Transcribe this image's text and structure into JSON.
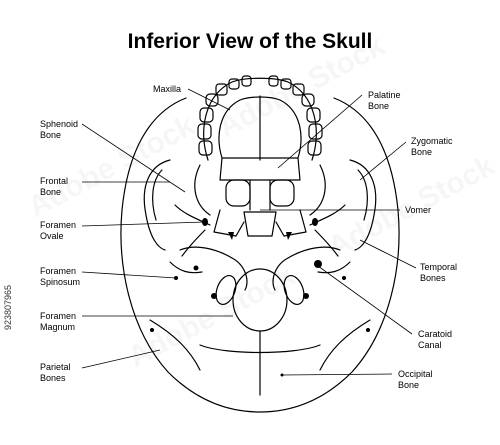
{
  "title": "Inferior View of the Skull",
  "labels": {
    "maxilla": "Maxilla",
    "palatine": "Palatine\nBone",
    "sphenoid": "Sphenoid\nBone",
    "zygomatic": "Zygomatic\nBone",
    "frontal": "Frontal\nBone",
    "vomer": "Vomer",
    "foramen_ovale": "Foramen\nOvale",
    "foramen_spinosum": "Foramen\nSpinosum",
    "temporal": "Temporal\nBones",
    "foramen_magnum": "Foramen\nMagnum",
    "caratoid": "Caratoid\nCanal",
    "parietal": "Parietal\nBones",
    "occipital": "Occipital\nBone"
  },
  "stock_id": "923807965",
  "watermark_text": "Adobe Stock"
}
